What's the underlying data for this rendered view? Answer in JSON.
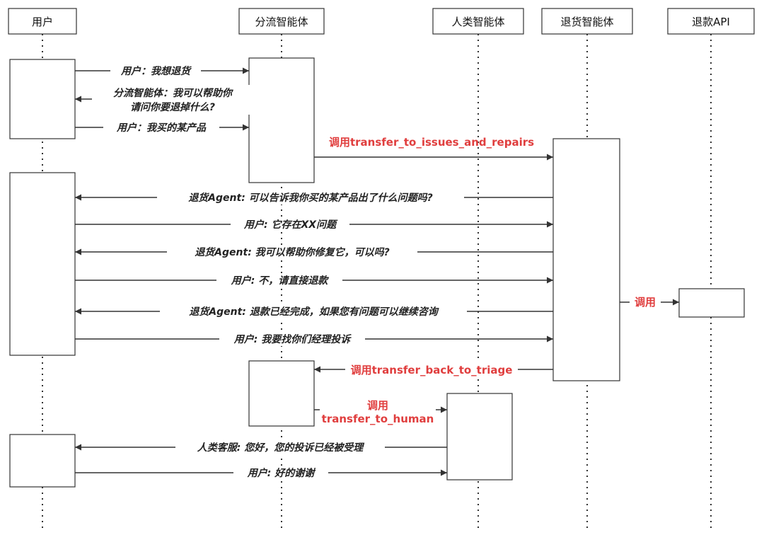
{
  "diagram": {
    "participants": [
      {
        "id": "user",
        "label": "用户"
      },
      {
        "id": "triage",
        "label": "分流智能体"
      },
      {
        "id": "human",
        "label": "人类智能体"
      },
      {
        "id": "returns",
        "label": "退货智能体"
      },
      {
        "id": "api",
        "label": "退款API"
      }
    ],
    "messages": [
      {
        "from": "user",
        "to": "triage",
        "lines": [
          "用户：我想退货"
        ],
        "kind": "msg"
      },
      {
        "from": "triage",
        "to": "user",
        "lines": [
          "分流智能体：我可以帮助你",
          "请问你要退掉什么?"
        ],
        "kind": "msg"
      },
      {
        "from": "user",
        "to": "triage",
        "lines": [
          "用户：我买的某产品"
        ],
        "kind": "msg"
      },
      {
        "from": "triage",
        "to": "returns",
        "lines": [
          "调用transfer_to_issues_and_repairs"
        ],
        "kind": "call"
      },
      {
        "from": "returns",
        "to": "user",
        "lines": [
          "退货Agent: 可以告诉我你买的某产品出了什么问题吗?"
        ],
        "kind": "msg"
      },
      {
        "from": "user",
        "to": "returns",
        "lines": [
          "用户: 它存在XX问题"
        ],
        "kind": "msg"
      },
      {
        "from": "returns",
        "to": "user",
        "lines": [
          "退货Agent: 我可以帮助你修复它，可以吗?"
        ],
        "kind": "msg"
      },
      {
        "from": "user",
        "to": "returns",
        "lines": [
          "用户: 不，请直接退款"
        ],
        "kind": "msg"
      },
      {
        "from": "returns",
        "to": "api",
        "lines": [
          "调用"
        ],
        "kind": "call"
      },
      {
        "from": "returns",
        "to": "user",
        "lines": [
          "退货Agent: 退款已经完成，如果您有问题可以继续咨询"
        ],
        "kind": "msg"
      },
      {
        "from": "user",
        "to": "returns",
        "lines": [
          "用户: 我要找你们经理投诉"
        ],
        "kind": "msg"
      },
      {
        "from": "returns",
        "to": "triage",
        "lines": [
          "调用transfer_back_to_triage"
        ],
        "kind": "call"
      },
      {
        "from": "triage",
        "to": "human",
        "lines": [
          "调用",
          "transfer_to_human"
        ],
        "kind": "call"
      },
      {
        "from": "human",
        "to": "user",
        "lines": [
          "人类客服: 您好，您的投诉已经被受理"
        ],
        "kind": "msg"
      },
      {
        "from": "user",
        "to": "human",
        "lines": [
          "用户: 好的谢谢"
        ],
        "kind": "msg"
      }
    ],
    "colors": {
      "line": "#333333",
      "call_text": "#e03e3e",
      "background": "#ffffff"
    }
  }
}
